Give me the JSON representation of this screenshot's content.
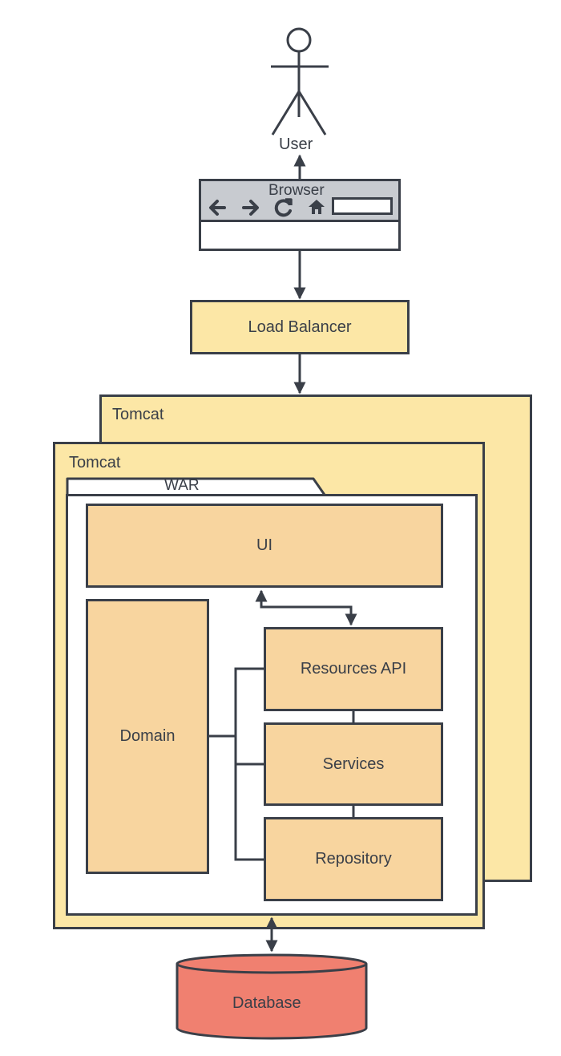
{
  "user": {
    "label": "User"
  },
  "browser": {
    "label": "Browser",
    "icons": [
      "back-arrow-icon",
      "forward-arrow-icon",
      "reload-icon",
      "home-icon",
      "address-bar"
    ]
  },
  "load_balancer": {
    "label": "Load Balancer"
  },
  "tomcat_back": {
    "label": "Tomcat"
  },
  "tomcat_front": {
    "label": "Tomcat"
  },
  "war": {
    "label": "WAR"
  },
  "ui": {
    "label": "UI"
  },
  "domain": {
    "label": "Domain"
  },
  "resources_api": {
    "label": "Resources API"
  },
  "services": {
    "label": "Services"
  },
  "repository": {
    "label": "Repository"
  },
  "database": {
    "label": "Database"
  },
  "colors": {
    "container": "#fce7a6",
    "component": "#f8d59f",
    "database": "#f08070",
    "stroke": "#3a3f48",
    "browser_bar": "#c8cbd0"
  }
}
